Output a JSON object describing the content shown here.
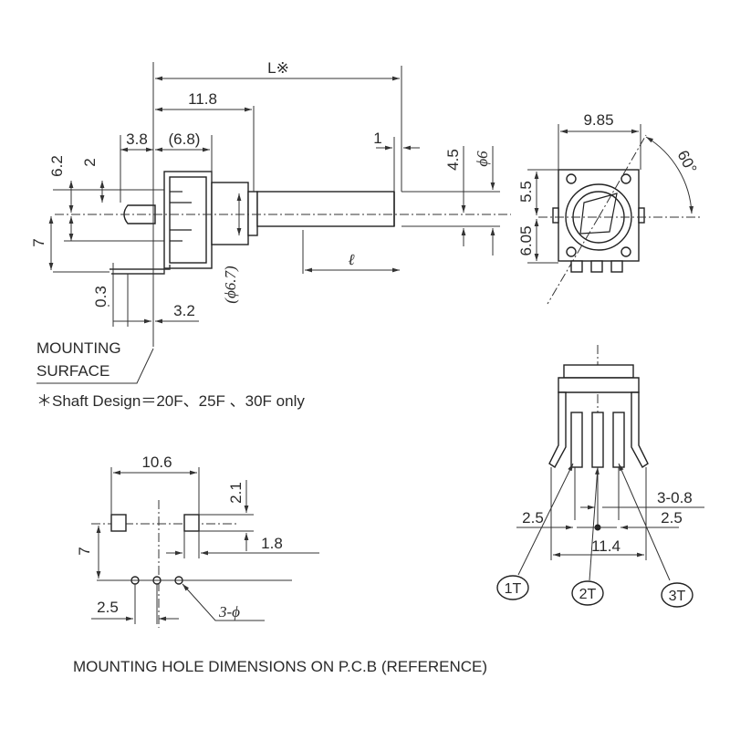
{
  "side_view": {
    "L": "L※",
    "d_11_8": "11.8",
    "d_3_8": "3.8",
    "d_6_8": "(6.8)",
    "d_1": "1",
    "d_6_2": "6.2",
    "d_2": "2",
    "d_7": "7",
    "d_4_5": "4.5",
    "d_phi6": "ϕ6",
    "d_phi6_7": "(ϕ6.7)",
    "d_ell": "ℓ",
    "d_0_3": "0.3",
    "d_3_2": "3.2"
  },
  "front_view": {
    "d_9_85": "9.85",
    "d_5_5": "5.5",
    "d_6_05": "6.05",
    "angle": "60°"
  },
  "notes": {
    "mounting_surface_1": "MOUNTING",
    "mounting_surface_2": "SURFACE",
    "shaft_design": "＊Shaft Design＝20F、25F 、30F only"
  },
  "pcb_view": {
    "d_10_6": "10.6",
    "d_2_1": "2.1",
    "d_1_8": "1.8",
    "d_7": "7",
    "d_2_5": "2.5",
    "d_3_phi": "3-ϕ",
    "caption": "MOUNTING HOLE DIMENSIONS ON P.C.B (REFERENCE)"
  },
  "terminal_view": {
    "d_3_0_8": "3-0.8",
    "d_2_5_left": "2.5",
    "d_2_5_right": "2.5",
    "d_11_4": "11.4",
    "t1": "1T",
    "t2": "2T",
    "t3": "3T"
  }
}
